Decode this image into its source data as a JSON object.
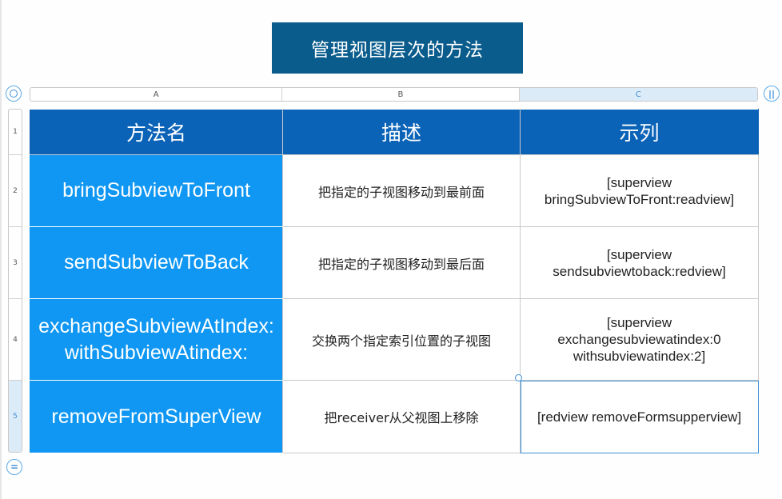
{
  "title": "管理视图层次的方法",
  "column_headers": [
    "A",
    "B",
    "C"
  ],
  "row_headers": [
    "1",
    "2",
    "3",
    "4",
    "5"
  ],
  "table": {
    "headers": [
      "方法名",
      "描述",
      "示列"
    ],
    "rows": [
      {
        "name": "bringSubviewToFront",
        "desc": "把指定的子视图移动到最前面",
        "example": [
          "[superview",
          "bringSubviewToFront:readview]"
        ]
      },
      {
        "name": "sendSubviewToBack",
        "desc": "把指定的子视图移动到最后面",
        "example": [
          "[superview",
          "sendsubviewtoback:redview]"
        ]
      },
      {
        "name": "exchangeSubviewAtIndex:withSubviewAtindex:",
        "desc": "交换两个指定索引位置的子视图",
        "example": [
          "[superview",
          "exchangesubviewatindex:0",
          "withsubviewatindex:2]"
        ]
      },
      {
        "name": "removeFromSuperView",
        "desc": "把receiver从父视图上移除",
        "example": [
          "[redview removeFormsupperview]"
        ]
      }
    ]
  },
  "icons": {
    "select_all": "select-all-icon",
    "add_column": "add-column-handle-icon",
    "add_row": "add-row-handle-icon"
  },
  "colors": {
    "title_bg": "#0a5c8c",
    "header_bg": "#0b63b8",
    "name_bg": "#0f97f3",
    "selection": "#3d8fd6"
  }
}
